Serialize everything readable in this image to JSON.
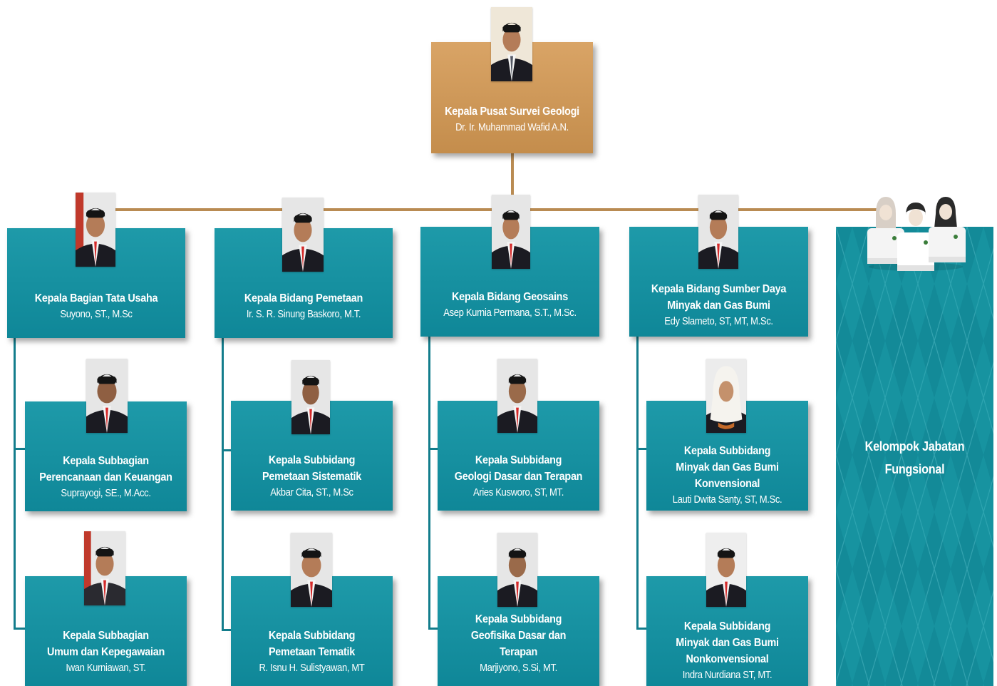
{
  "head": {
    "title": "Kepala Pusat Survei Geologi",
    "name": "Dr. Ir. Muhammad Wafid A.N."
  },
  "divisions": [
    {
      "title": "Kepala Bagian Tata Usaha",
      "name": "Suyono, ST., M.Sc",
      "subunits": [
        {
          "title_lines": [
            "Kepala Subbagian",
            "Perencanaan dan Keuangan"
          ],
          "name": "Suprayogi, SE., M.Acc."
        },
        {
          "title_lines": [
            "Kepala Subbagian",
            "Umum dan Kepegawaian"
          ],
          "name": "Iwan Kurniawan, ST."
        }
      ]
    },
    {
      "title": "Kepala Bidang Pemetaan",
      "name": "Ir. S. R. Sinung Baskoro, M.T.",
      "subunits": [
        {
          "title_lines": [
            "Kepala Subbidang",
            "Pemetaan Sistematik"
          ],
          "name": "Akbar Cita, ST., M.Sc"
        },
        {
          "title_lines": [
            "Kepala Subbidang",
            "Pemetaan Tematik"
          ],
          "name": "R. Isnu H. Sulistyawan, MT"
        }
      ]
    },
    {
      "title": "Kepala Bidang Geosains",
      "name": "Asep Kurnia Permana, S.T., M.Sc.",
      "subunits": [
        {
          "title_lines": [
            "Kepala Subbidang",
            "Geologi Dasar dan Terapan"
          ],
          "name": "Aries Kusworo, ST, MT."
        },
        {
          "title_lines": [
            "Kepala Subbidang",
            "Geofisika Dasar dan Terapan"
          ],
          "name": "Marjiyono, S.Si, MT."
        }
      ]
    },
    {
      "title_lines": [
        "Kepala Bidang Sumber Daya",
        "Minyak dan Gas Bumi"
      ],
      "name": "Edy Slameto, ST, MT, M.Sc.",
      "subunits": [
        {
          "title_lines": [
            "Kepala Subbidang",
            "Minyak dan Gas Bumi",
            "Konvensional"
          ],
          "name": "Lauti Dwita Santy, ST, M.Sc."
        },
        {
          "title_lines": [
            "Kepala Subbidang",
            "Minyak dan Gas Bumi",
            "Nonkonvensional"
          ],
          "name": "Indra Nurdiana ST, MT."
        }
      ]
    }
  ],
  "functional_group": {
    "title_lines": [
      "Kelompok Jabatan",
      "Fungsional"
    ],
    "icon": "people-group-icon"
  },
  "colors": {
    "head_box": "#c9924f",
    "unit_box": "#1592a2",
    "connector_gold": "#b98b52",
    "connector_blue": "#137d8c"
  }
}
